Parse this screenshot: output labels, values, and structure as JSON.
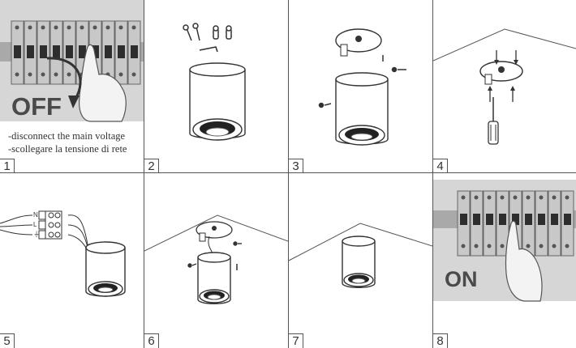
{
  "steps": [
    {
      "number": "1",
      "big_label": "OFF",
      "caption_lines": [
        "-disconnect the main voltage",
        "-scollegare la tensione di rete"
      ]
    },
    {
      "number": "2"
    },
    {
      "number": "3"
    },
    {
      "number": "4"
    },
    {
      "number": "5",
      "terminal_labels": [
        "N",
        "L",
        "⏚"
      ]
    },
    {
      "number": "6"
    },
    {
      "number": "7"
    },
    {
      "number": "8",
      "big_label": "ON"
    }
  ]
}
